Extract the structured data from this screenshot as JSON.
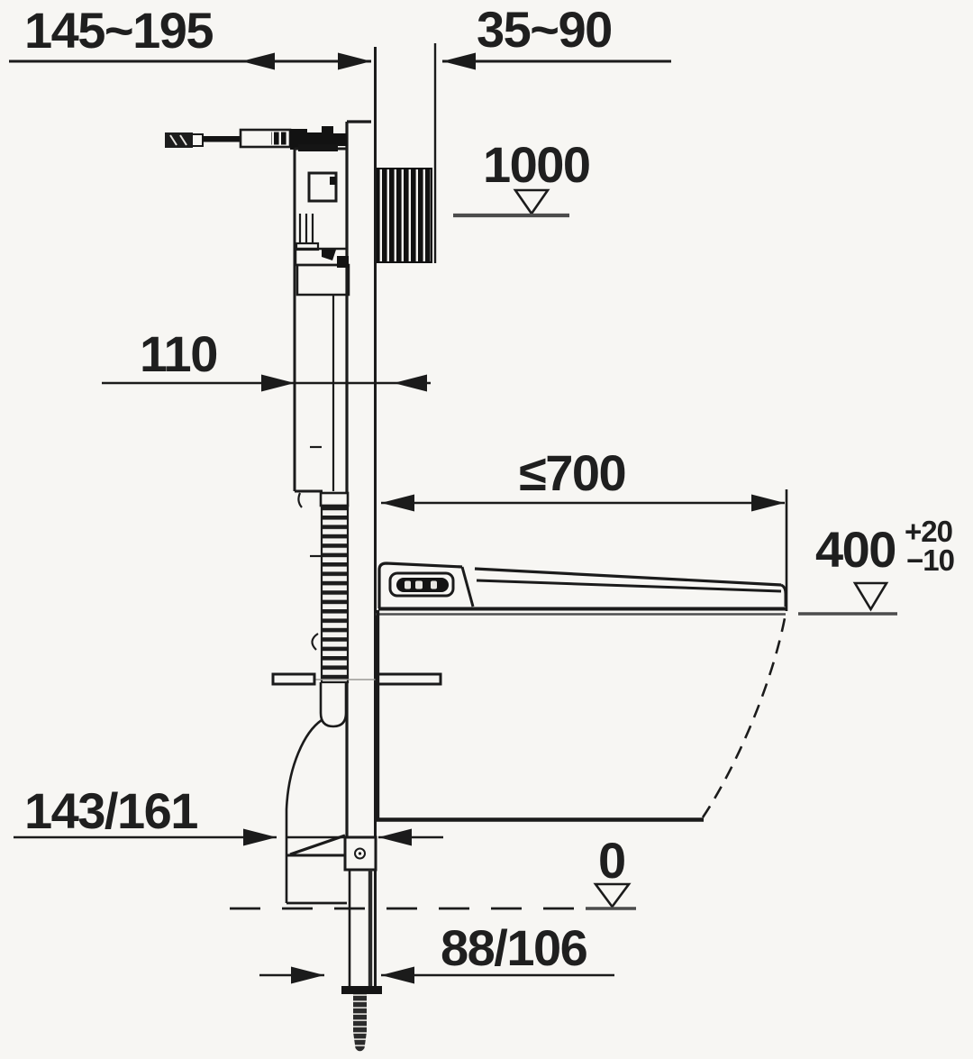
{
  "page": {
    "background": "#f7f6f3",
    "ink_color": "#1b1b1b",
    "level_line_color": "#4c4c4c"
  },
  "drawing": {
    "kind": "wall-hung toilet concealed cistern installation side-view",
    "dimensions": {
      "top_left_range": "145~195",
      "top_right_range": "35~90",
      "upper_level": "1000",
      "cistern_depth": "110",
      "max_projection": "≤700",
      "seat_height": "400",
      "seat_height_tol_plus": "+20",
      "seat_height_tol_minus": "−10",
      "drain_offset": "143/161",
      "floor_level": "0",
      "drain_pipe": "88/106"
    }
  }
}
